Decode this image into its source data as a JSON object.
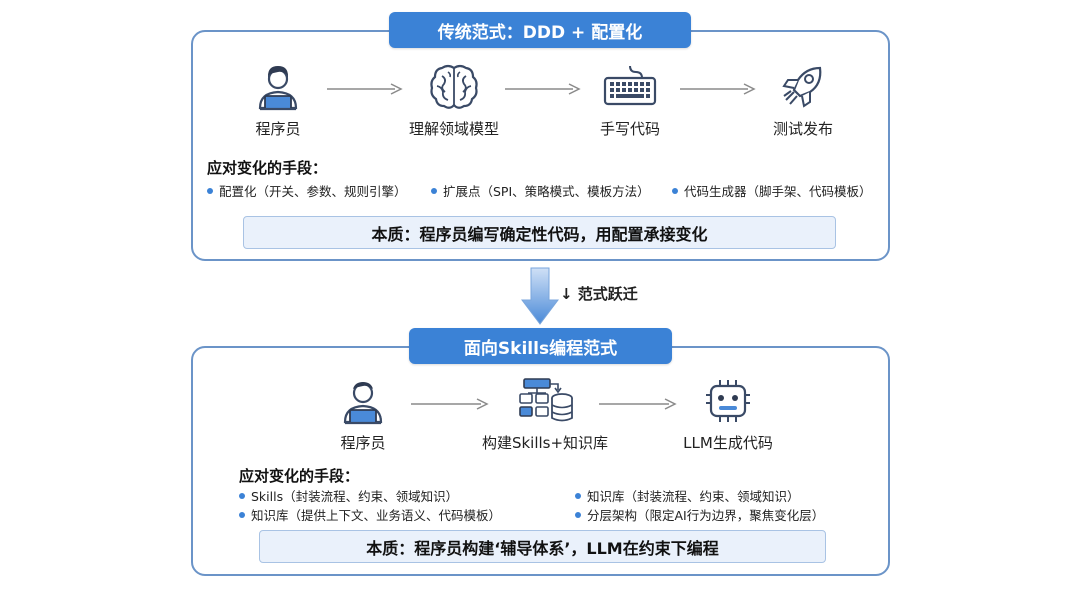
{
  "traditional": {
    "title": "传统范式：DDD + 配置化",
    "steps": [
      {
        "label": "程序员",
        "icon": "programmer-icon"
      },
      {
        "label": "理解领域模型",
        "icon": "brain-icon"
      },
      {
        "label": "手写代码",
        "icon": "keyboard-icon"
      },
      {
        "label": "测试发布",
        "icon": "rocket-icon"
      }
    ],
    "means_title": "应对变化的手段：",
    "means": [
      "配置化（开关、参数、规则引擎）",
      "扩展点（SPI、策略模式、模板方法）",
      "代码生成器（脚手架、代码模板）"
    ],
    "essence": "本质：程序员编写确定性代码，用配置承接变化"
  },
  "transition": {
    "label": "↓ 范式跃迁"
  },
  "skills": {
    "title": "面向Skills编程范式",
    "steps": [
      {
        "label": "程序员",
        "icon": "programmer-icon"
      },
      {
        "label": "构建Skills+知识库",
        "icon": "flowchart-database-icon"
      },
      {
        "label": "LLM生成代码",
        "icon": "robot-icon"
      }
    ],
    "means_title": "应对变化的手段：",
    "means_left": [
      "Skills（封装流程、约束、领域知识）",
      "知识库（提供上下文、业务语义、代码模板）"
    ],
    "means_right": [
      "知识库（封装流程、约束、领域知识）",
      "分层架构（限定AI行为边界，聚焦变化层）"
    ],
    "essence": "本质：程序员构建‘辅导体系’，LLM在约束下编程"
  },
  "colors": {
    "accent": "#3b82d6",
    "border": "#6b94c8",
    "essence_bg": "#eaf1fb",
    "icon_stroke": "#3a4a66"
  }
}
